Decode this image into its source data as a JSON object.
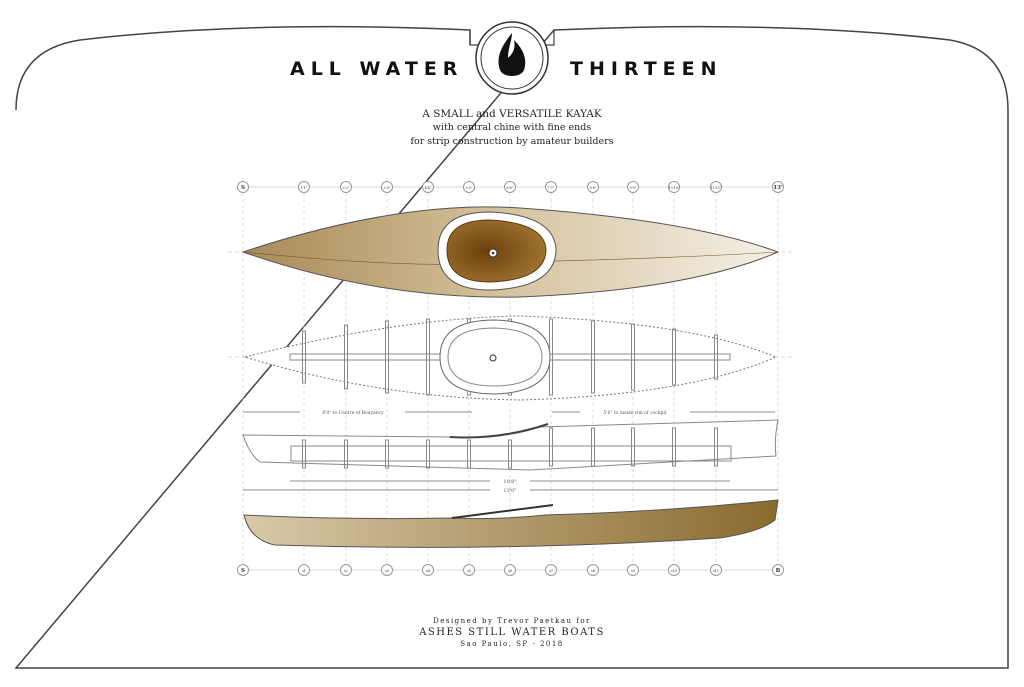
{
  "header": {
    "title_left": "ALL WATER",
    "title_right": "THIRTEEN",
    "logo_icon": "flame-icon"
  },
  "subtitle": [
    "A  SMALL and VERSATILE KAYAK",
    "with central chine with fine ends",
    "for strip construction by amateur builders"
  ],
  "stations_top": [
    "S",
    "1'1\"",
    "2'2\"",
    "3'3\"",
    "4'4\"",
    "5'5\"",
    "6'6\"",
    "7'7\"",
    "8'8\"",
    "9'9\"",
    "10'10\"",
    "11'11\"",
    "13'"
  ],
  "stations_bottom": [
    "S",
    "s1",
    "s2",
    "s3",
    "s4",
    "s5",
    "s6",
    "s7",
    "s8",
    "s9",
    "s10",
    "s11",
    "B"
  ],
  "dimensions": {
    "cob": "6'0\" to Centre of Bouyancy",
    "cockpit": "5'6\" to inside rim of cockpit",
    "inner": "10'8\"",
    "overall": "13'0\""
  },
  "footer": {
    "designed": "Designed by Trevor Paetkau for",
    "company": "ASHES STILL WATER BOATS",
    "place": "Sao Paulo, SP - 2018"
  },
  "colors": {
    "wood_dark": "#7a4e14",
    "wood_light": "#c9b48a",
    "line": "#555555"
  }
}
